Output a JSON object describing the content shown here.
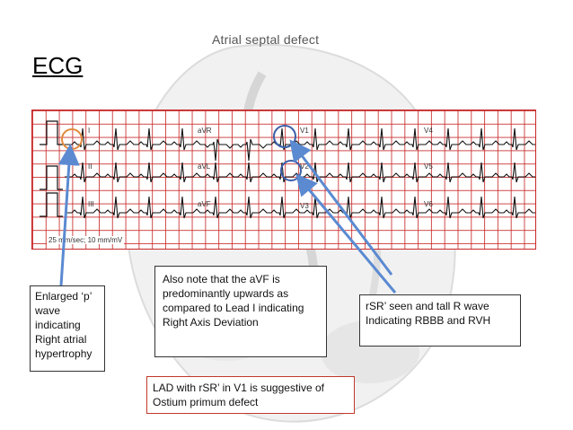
{
  "slide": {
    "title": "ECG",
    "background_label": "Atrial septal defect"
  },
  "ecg": {
    "leads": [
      "I",
      "aVR",
      "V1",
      "V4",
      "II",
      "aVL",
      "V2",
      "V5",
      "III",
      "aVF",
      "V3",
      "V6"
    ],
    "scale_note": "25 mm/sec; 10 mm/mV"
  },
  "callouts": {
    "p_wave": "Enlarged ‘p’ wave indicating Right atrial hypertrophy",
    "avf": "Also note that the aVF is predominantly upwards as compared to Lead I indicating Right Axis Deviation",
    "rsr": "rSR’ seen and tall R wave Indicating RBBB and RVH",
    "lad": "LAD with rSR’ in V1 is suggestive of Ostium primum defect"
  },
  "colors": {
    "grid": "#c62828",
    "arrow": "#5b8ad1",
    "circle_orange": "#e08a3c",
    "circle_blue": "#3b5fa8"
  }
}
